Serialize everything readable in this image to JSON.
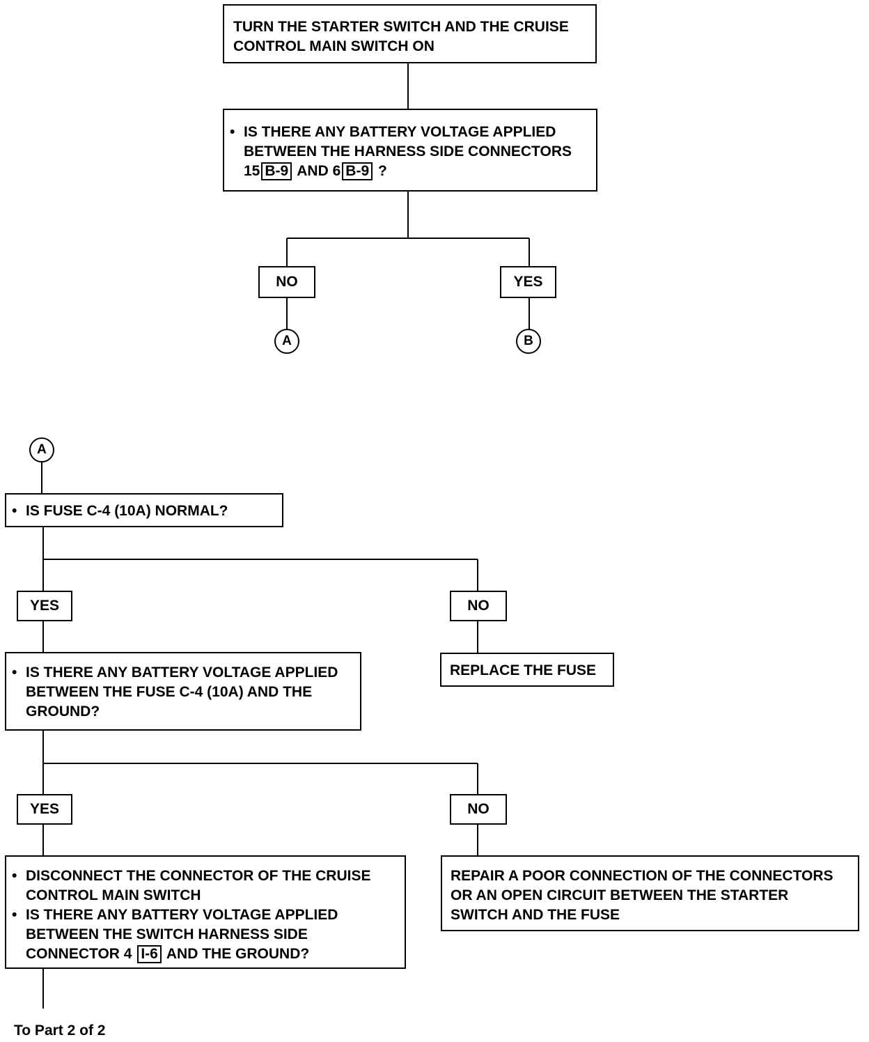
{
  "flow": {
    "step_turn_on": {
      "line1": "TURN THE STARTER SWITCH AND THE CRUISE",
      "line2": "CONTROL MAIN SWITCH ON"
    },
    "q_battery_b9": {
      "line1": "IS THERE ANY BATTERY VOLTAGE APPLIED",
      "line2": "BETWEEN THE HARNESS SIDE CONNECTORS",
      "line3_a": "15",
      "ref1": "B-9",
      "line3_b": "AND 6",
      "ref2": "B-9",
      "line3_c": "?"
    },
    "branch1": {
      "no": "NO",
      "yes": "YES",
      "conn_no": "A",
      "conn_yes": "B"
    },
    "conn_a_start": "A",
    "q_fuse": "IS FUSE C-4 (10A) NORMAL?",
    "branch2": {
      "yes": "YES",
      "no": "NO"
    },
    "replace_fuse": "REPLACE THE FUSE",
    "q_battery_fuse": {
      "line1": "IS THERE ANY BATTERY VOLTAGE APPLIED",
      "line2": "BETWEEN THE FUSE C-4 (10A) AND THE",
      "line3": "GROUND?"
    },
    "branch3": {
      "yes": "YES",
      "no": "NO"
    },
    "disconnect": {
      "b1_line1": "DISCONNECT THE CONNECTOR OF THE CRUISE",
      "b1_line2": "CONTROL MAIN SWITCH",
      "b2_line1": "IS THERE ANY BATTERY VOLTAGE APPLIED",
      "b2_line2": "BETWEEN THE SWITCH HARNESS SIDE",
      "b2_line3_a": "CONNECTOR 4",
      "ref": "I-6",
      "b2_line3_b": "AND THE GROUND?"
    },
    "repair": {
      "line1": "REPAIR A POOR CONNECTION OF THE CONNECTORS",
      "line2": "OR AN OPEN CIRCUIT BETWEEN THE STARTER",
      "line3": "SWITCH AND THE FUSE"
    },
    "footer": "To Part 2 of 2"
  }
}
